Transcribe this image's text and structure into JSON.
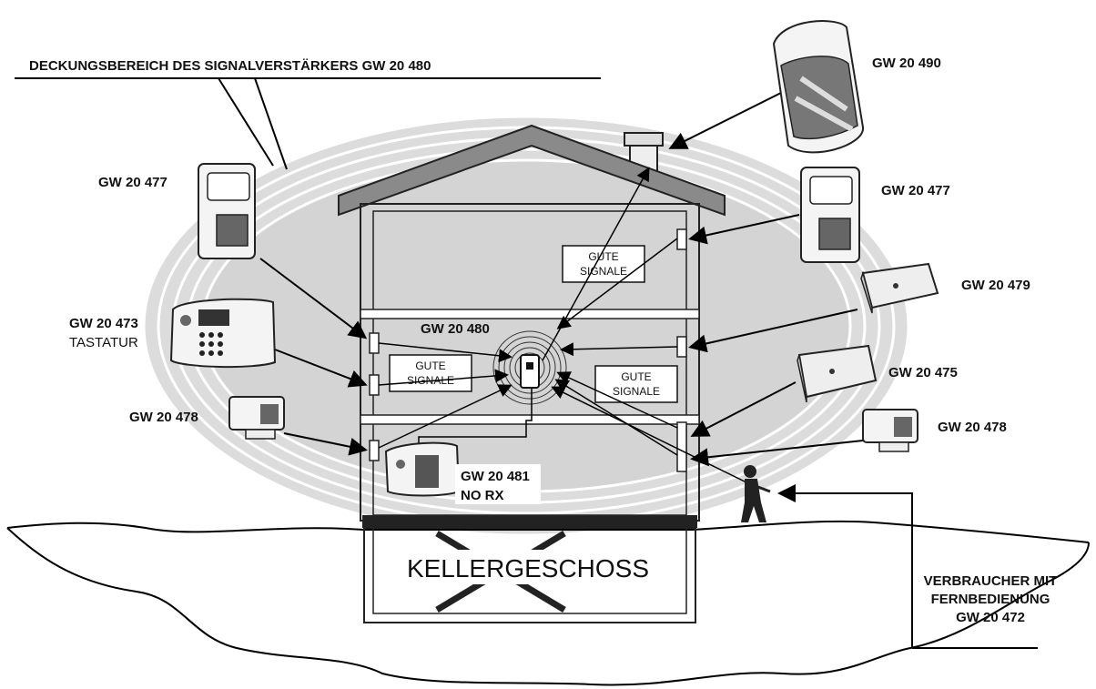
{
  "title": "DECKUNGSBEREICH DES SIGNALVERSTÄRKERS GW 20 480",
  "repeater": {
    "label": "GW 20 480"
  },
  "signal_boxes": [
    {
      "line1": "GUTE",
      "line2": "SIGNALE"
    },
    {
      "line1": "GUTE",
      "line2": "SIGNALE"
    },
    {
      "line1": "GUTE",
      "line2": "SIGNALE"
    }
  ],
  "devices": {
    "siren": "GW 20 490",
    "pir_left": "GW 20 477",
    "pir_right": "GW 20 477",
    "keypad": {
      "code": "GW 20 473",
      "desc": "TASTATUR"
    },
    "contact_left": "GW 20 478",
    "contact_right": "GW 20 478",
    "box_479": "GW 20 479",
    "box_475": "GW 20 475",
    "panel": {
      "code": "GW 20 481",
      "desc": "NO RX"
    }
  },
  "basement": "KELLERGESCHOSS",
  "user": {
    "line1": "VERBRAUCHER MIT",
    "line2": "FERNBEDIENUNG",
    "line3": "GW 20 472"
  },
  "colors": {
    "coverage": "#d9d9d9",
    "ring": "#ffffff",
    "ink": "#111111",
    "slab": "#222222"
  }
}
